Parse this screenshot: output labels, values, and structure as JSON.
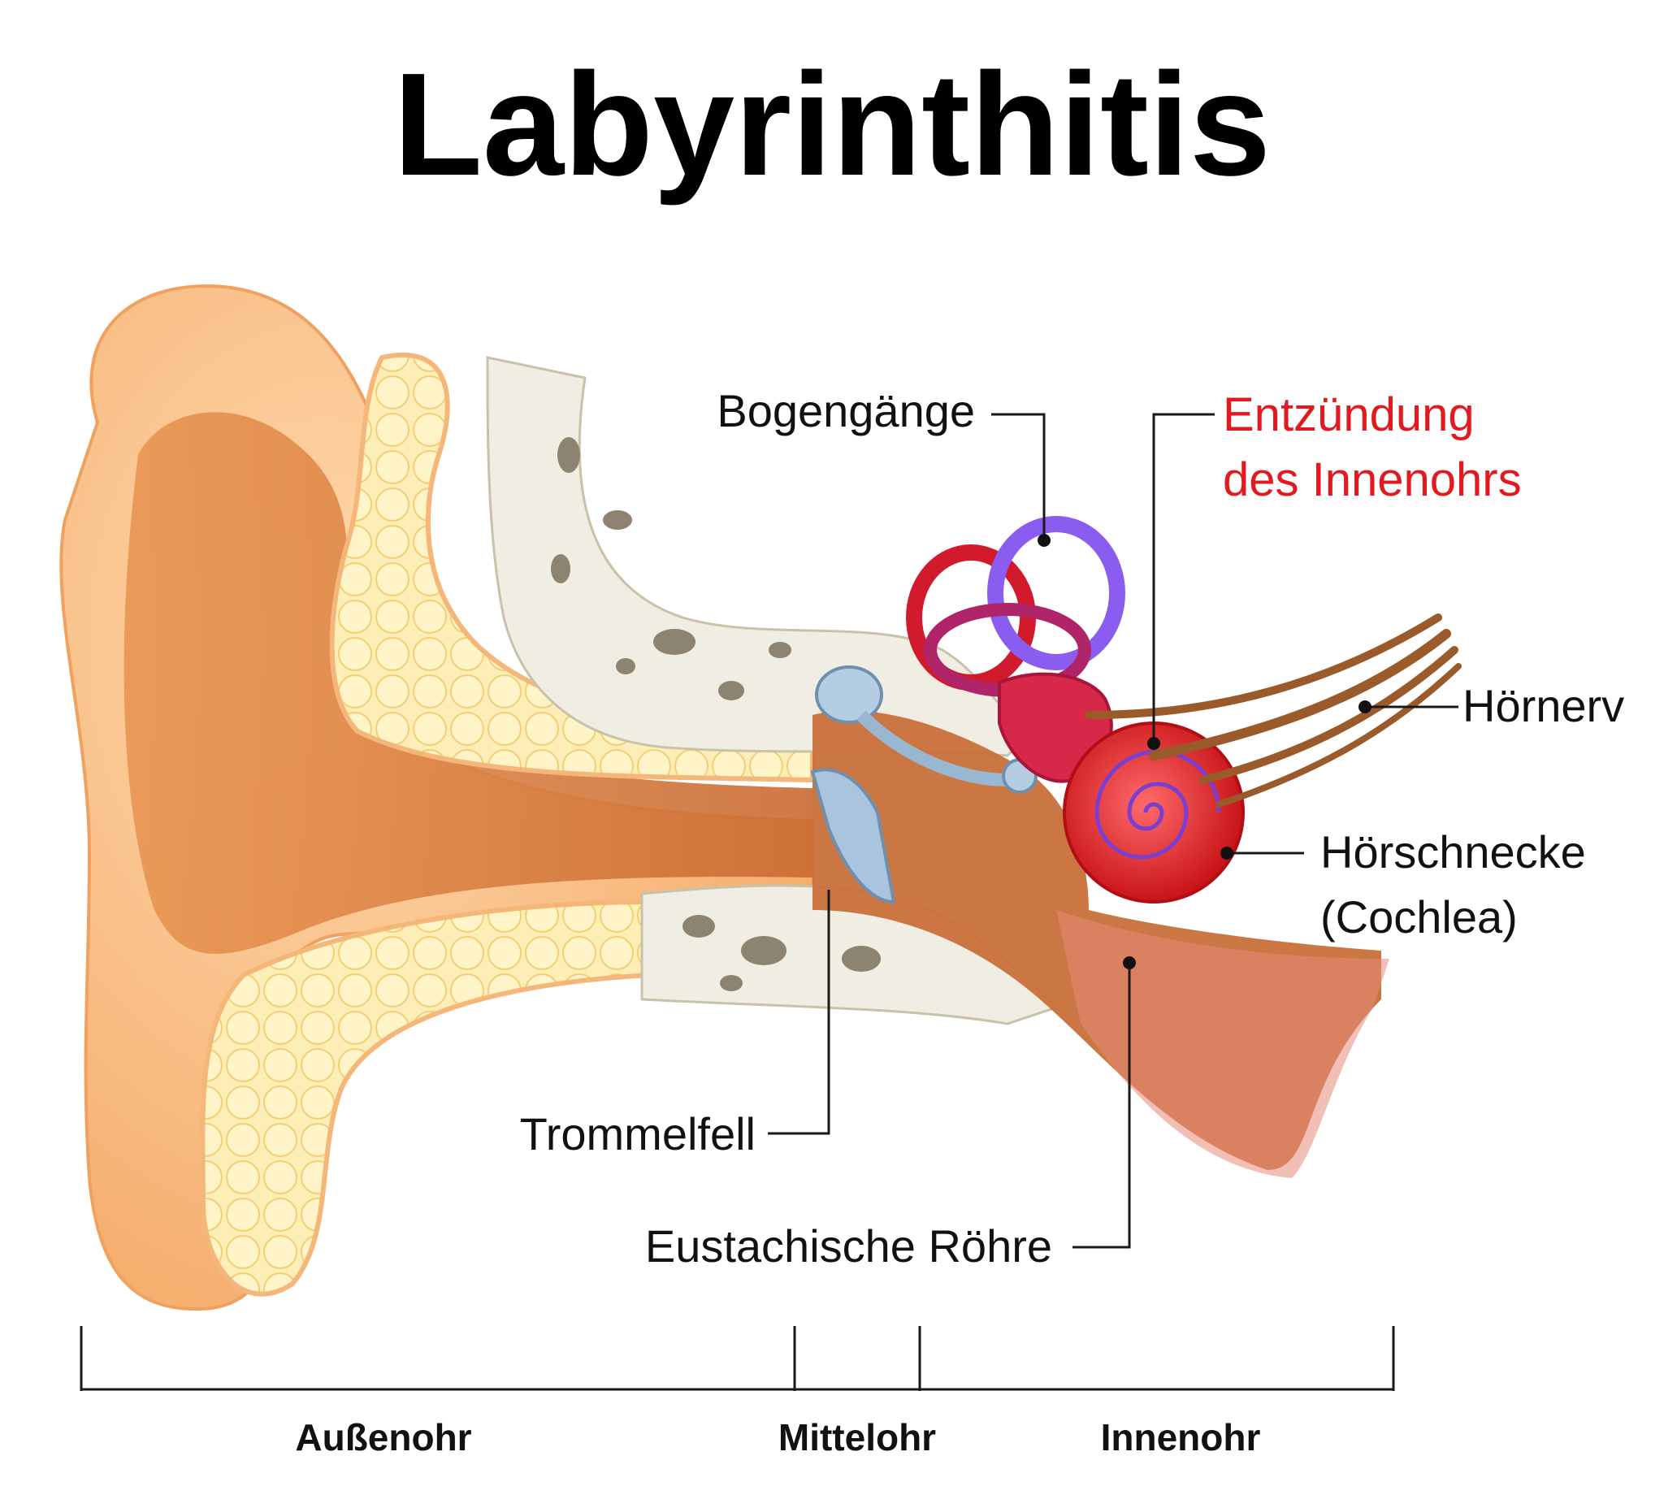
{
  "title": "Labyrinthitis",
  "labels": {
    "bogengaenge": "Bogengänge",
    "entzuendung_line1": "Entzündung",
    "entzuendung_line2": "des Innenohrs",
    "hoernerv": "Hörnerv",
    "hoerschnecke_line1": "Hörschnecke",
    "hoerschnecke_line2": "(Cochlea)",
    "trommelfell": "Trommelfell",
    "eustachische_roehre": "Eustachische Röhre"
  },
  "sections": {
    "aussenohr": "Außenohr",
    "mittelohr": "Mittelohr",
    "innenohr": "Innenohr"
  },
  "colors": {
    "inflammation_label": "#e3191f",
    "skin": "#f6b97a",
    "canal": "#d9803f",
    "fat": "#fbe7a3",
    "bone": "#efece1",
    "cochlea": "#e21a1a",
    "semicircular_canal": "#8a5cf0",
    "nerve": "#9a5a2a",
    "ossicles": "#a9c4dc"
  }
}
